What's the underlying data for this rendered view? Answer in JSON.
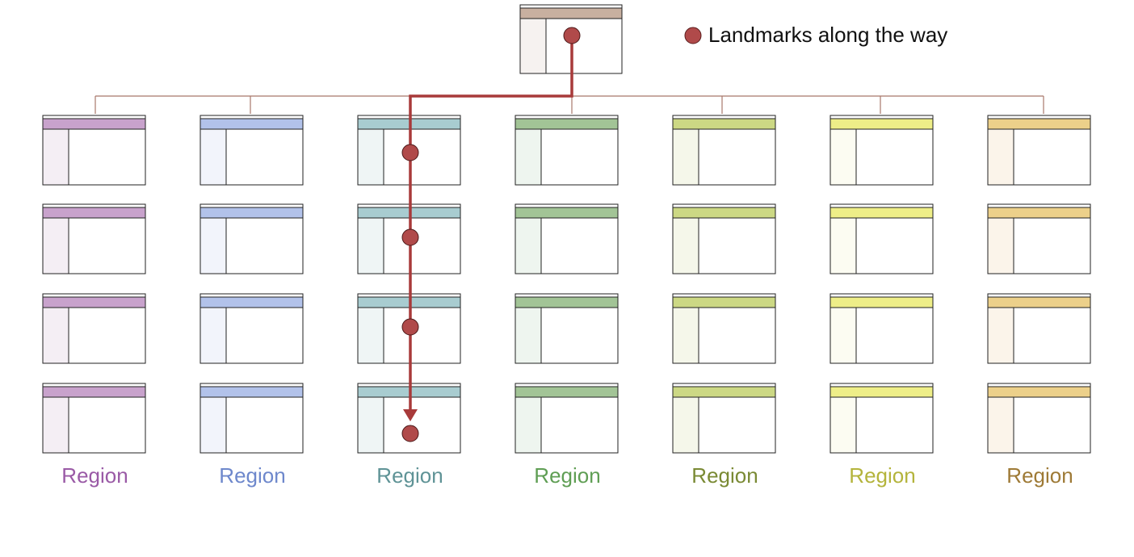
{
  "legend": {
    "label": "Landmarks along the way",
    "marker_color": "#b04a4a"
  },
  "path_color": "#a83a3a",
  "connector_color": "#a8786a",
  "root": {
    "header_color": "#c8b0a0",
    "sidebar_color": "#f6f2f0"
  },
  "regions": [
    {
      "label": "Region",
      "header_color": "#c8a2cc",
      "sidebar_color": "#f4eef4",
      "label_color": "#9a5aa6"
    },
    {
      "label": "Region",
      "header_color": "#b2c2ea",
      "sidebar_color": "#f2f4fb",
      "label_color": "#6e88cc"
    },
    {
      "label": "Region",
      "header_color": "#a8ccd0",
      "sidebar_color": "#eff5f5",
      "label_color": "#5f9396"
    },
    {
      "label": "Region",
      "header_color": "#a2c496",
      "sidebar_color": "#eef5ef",
      "label_color": "#5f9e54"
    },
    {
      "label": "Region",
      "header_color": "#ccd884",
      "sidebar_color": "#f5f7ea",
      "label_color": "#7a8a34"
    },
    {
      "label": "Region",
      "header_color": "#eeee88",
      "sidebar_color": "#fcfcf2",
      "label_color": "#b4b43c"
    },
    {
      "label": "Region",
      "header_color": "#ecd08a",
      "sidebar_color": "#fbf4ea",
      "label_color": "#9e7a36"
    }
  ],
  "rows_per_region": 4,
  "highlighted_region": 3
}
